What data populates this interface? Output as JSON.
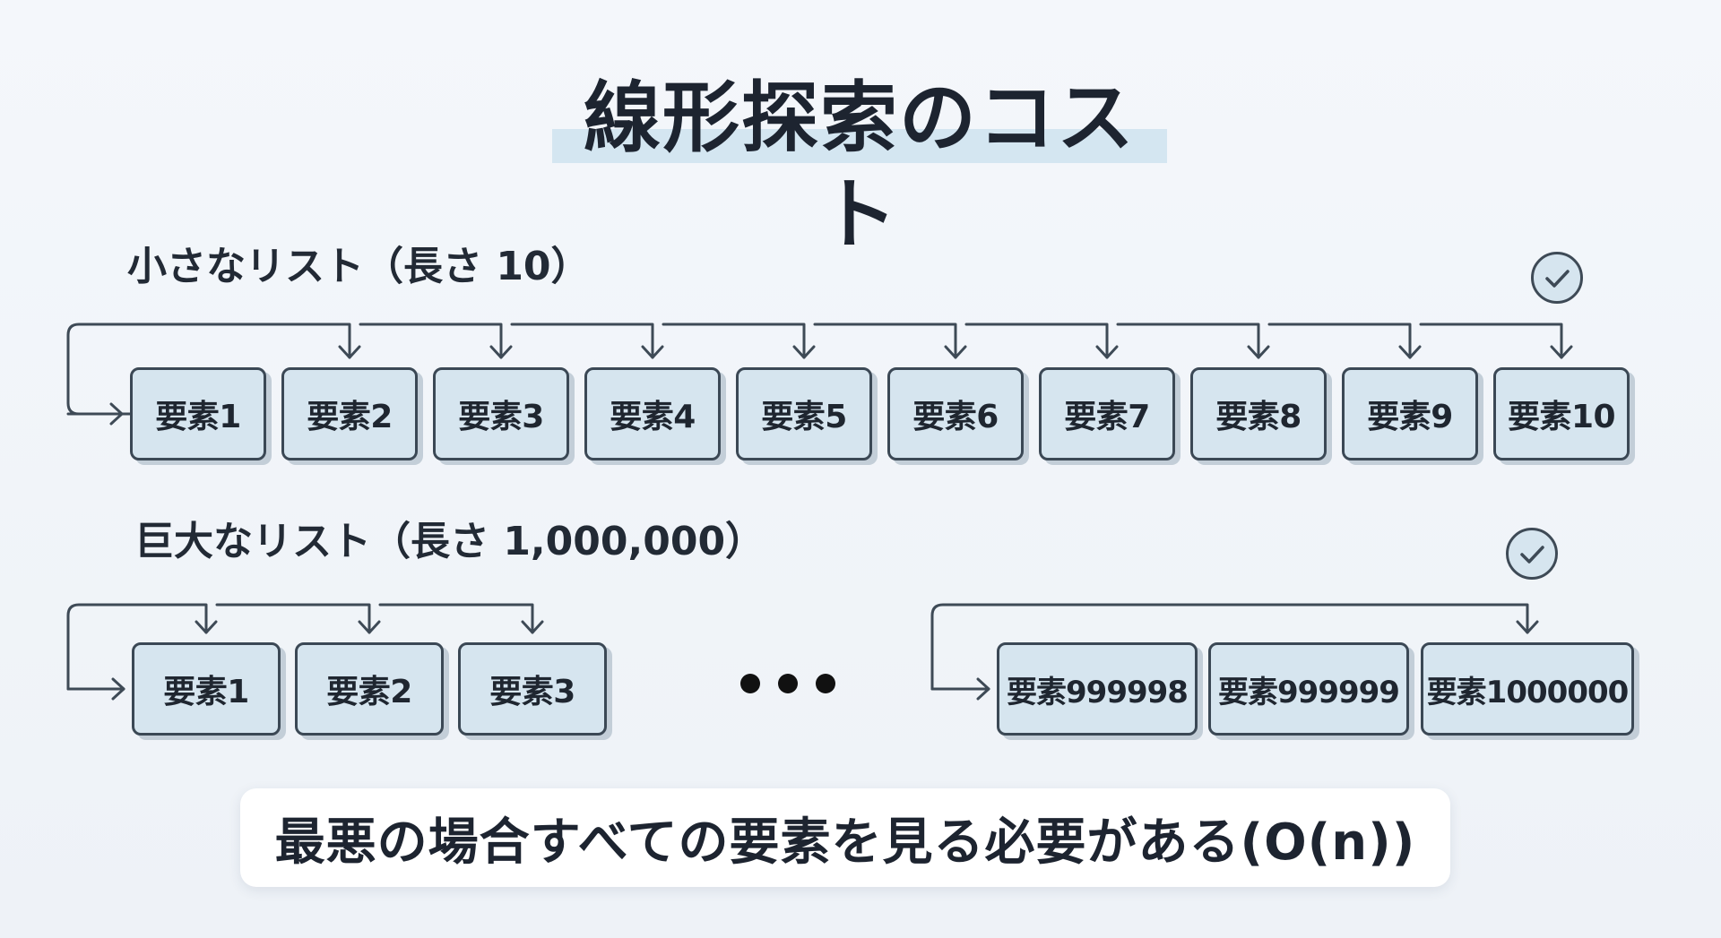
{
  "title": "線形探索のコスト",
  "small_list": {
    "label": "小さなリスト（長さ 10）",
    "elements": [
      "要素1",
      "要素2",
      "要素3",
      "要素4",
      "要素5",
      "要素6",
      "要素7",
      "要素8",
      "要素9",
      "要素10"
    ]
  },
  "huge_list": {
    "label": "巨大なリスト（長さ 1,000,000）",
    "head_elements": [
      "要素1",
      "要素2",
      "要素3"
    ],
    "tail_elements": [
      "要素999998",
      "要素999999",
      "要素1000000"
    ]
  },
  "icons": {
    "found_marker": "check-circle-icon",
    "omission": "ellipsis-icon",
    "step": "arrow-icon"
  },
  "colors": {
    "box_fill": "#d6e5ef",
    "box_border": "#3b4855",
    "title_highlight": "#d4e6f1",
    "background": "#f3f6fa"
  },
  "conclusion": "最悪の場合すべての要素を見る必要がある(O(n))"
}
